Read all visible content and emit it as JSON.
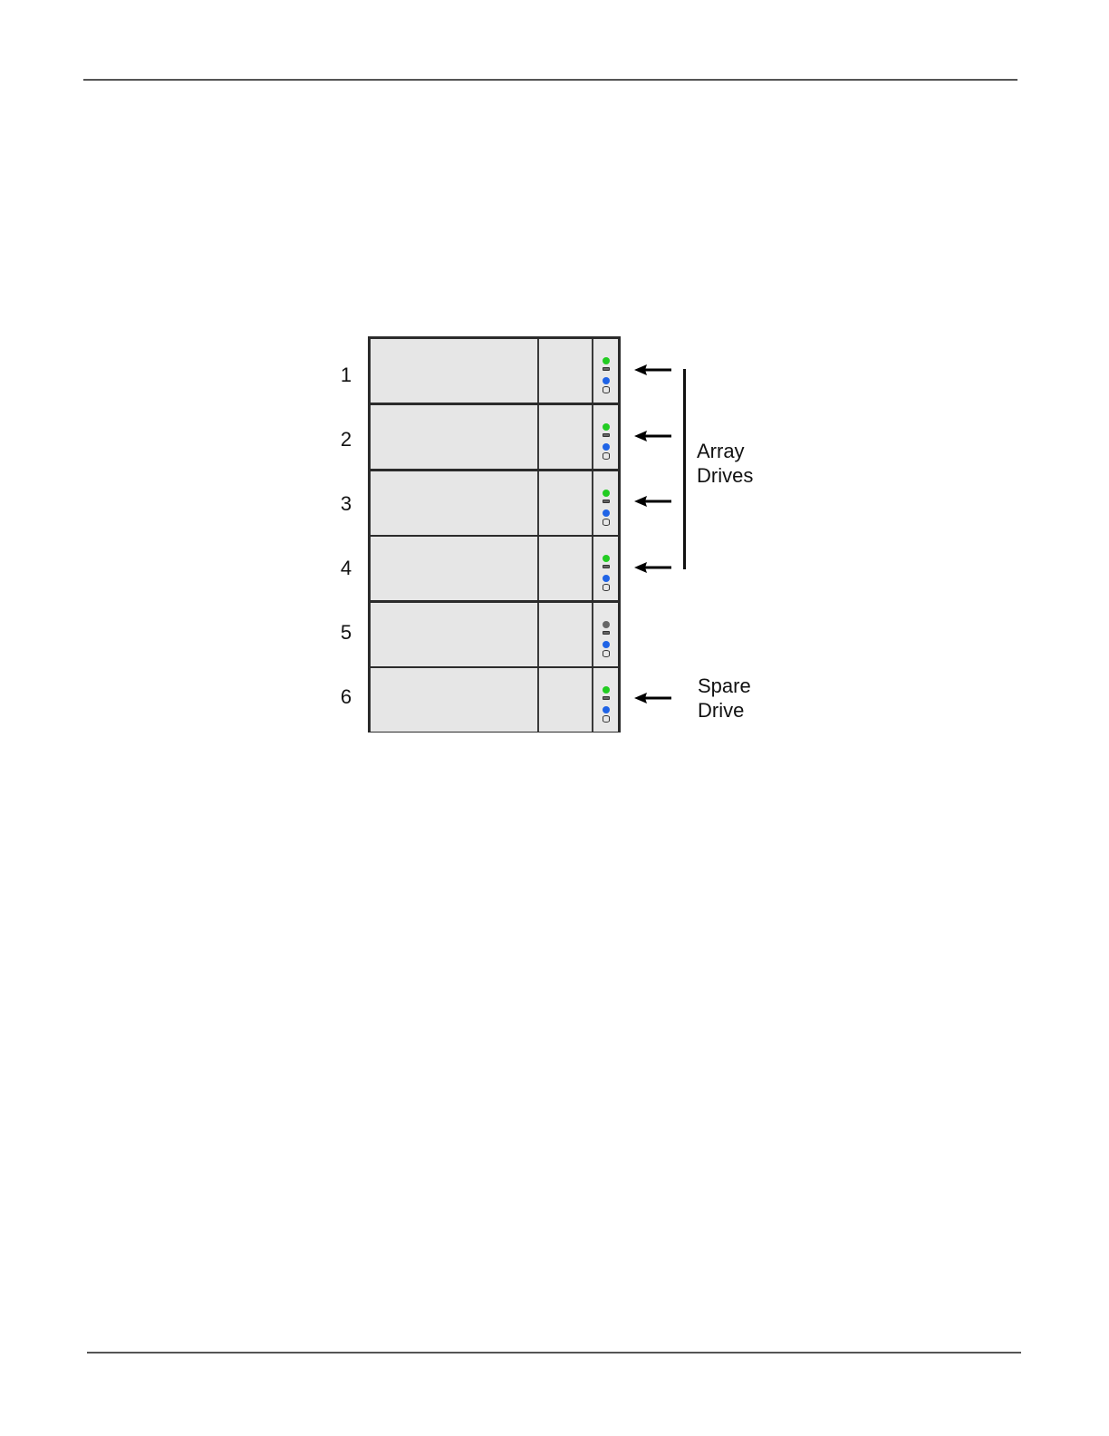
{
  "slots": [
    {
      "number": "1",
      "status_led_color": "#22cc22",
      "group": "array"
    },
    {
      "number": "2",
      "status_led_color": "#22cc22",
      "group": "array"
    },
    {
      "number": "3",
      "status_led_color": "#22cc22",
      "group": "array"
    },
    {
      "number": "4",
      "status_led_color": "#22cc22",
      "group": "array"
    },
    {
      "number": "5",
      "status_led_color": "#666666",
      "group": "none"
    },
    {
      "number": "6",
      "status_led_color": "#22cc22",
      "group": "spare"
    }
  ],
  "labels": {
    "array_line1": "Array",
    "array_line2": "Drives",
    "spare_line1": "Spare",
    "spare_line2": "Drive"
  },
  "colors": {
    "activity_led": "#1f63e6",
    "online_led": "#22cc22",
    "offline_led": "#666666"
  }
}
